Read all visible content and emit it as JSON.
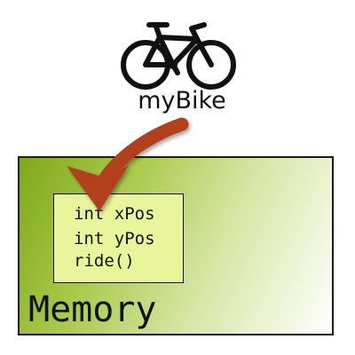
{
  "object": {
    "name": "myBike",
    "icon": "bicycle-icon",
    "fields": [
      "int xPos",
      "int yPos",
      "ride()"
    ]
  },
  "memory": {
    "label": "Memory"
  },
  "colors": {
    "memory_fill_start": "#7ea91c",
    "object_fill": "#e9f59a",
    "arrow": "#b3411b"
  }
}
